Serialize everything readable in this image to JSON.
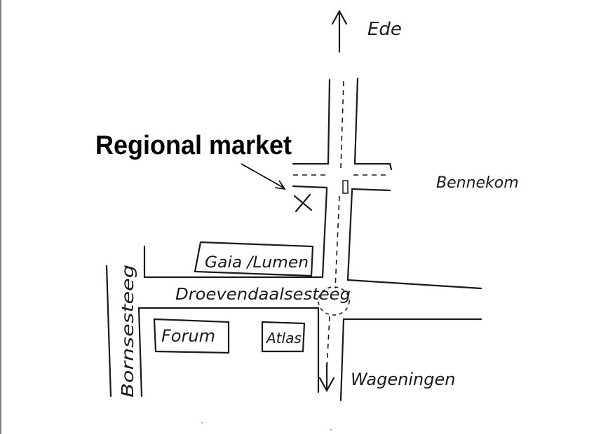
{
  "annotation": {
    "title": "Regional market"
  },
  "places": {
    "north": "Ede",
    "east": "Bennekom",
    "south": "Wageningen"
  },
  "streets": {
    "main_street": "Droevendaalsesteeg",
    "side_street": "Bornsesteeg"
  },
  "buildings": {
    "gaia_lumen": "Gaia /Lumen",
    "forum": "Forum",
    "atlas": "Atlas"
  },
  "colors": {
    "ink": "#1a1a1a",
    "background": "#ffffff"
  }
}
